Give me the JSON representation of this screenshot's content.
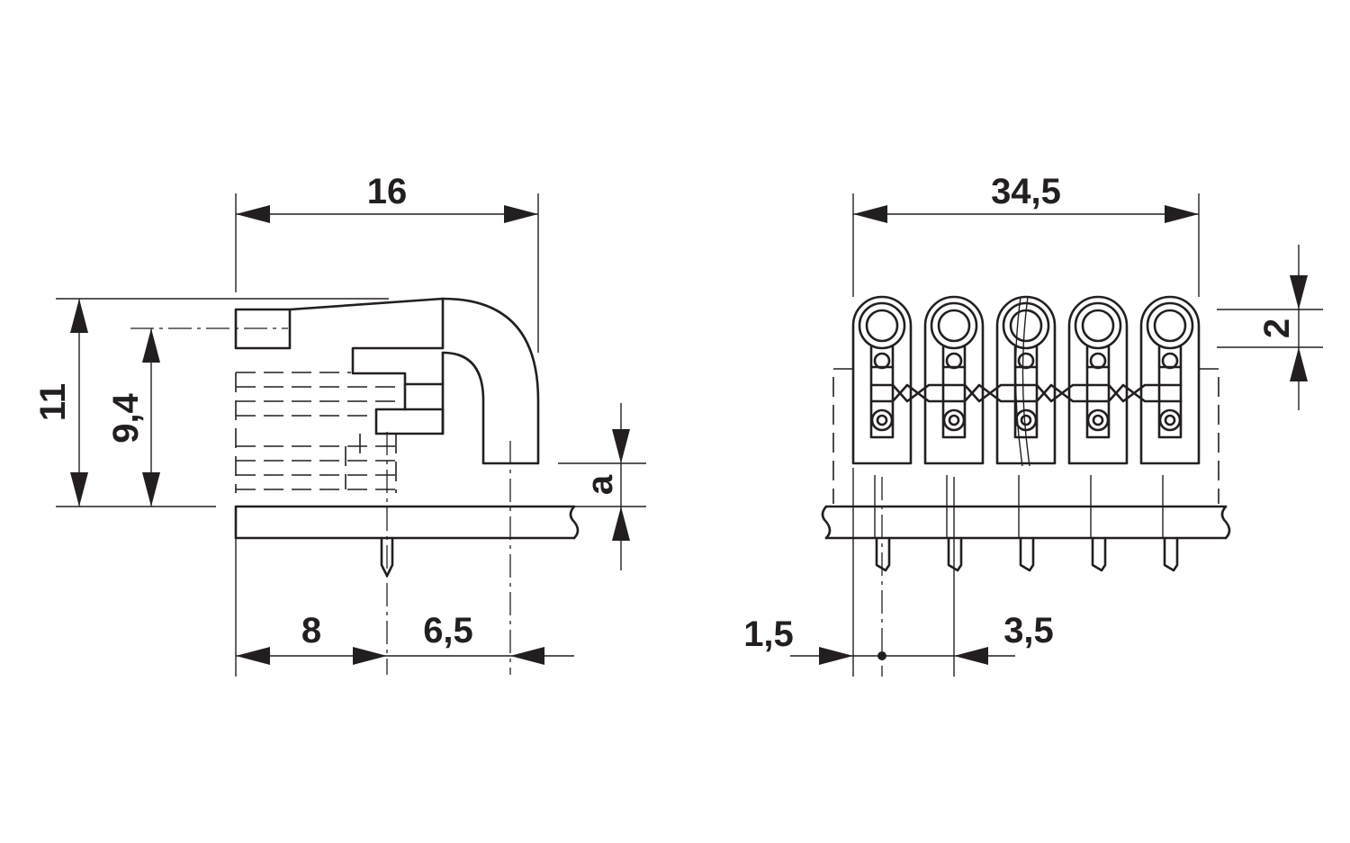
{
  "drawing": {
    "side_view": {
      "dim_width": "16",
      "dim_total_height": "11",
      "dim_pin_height": "9,4",
      "dim_offset": "a",
      "dim_pin_left": "8",
      "dim_pin_right": "6,5"
    },
    "front_view": {
      "dim_width": "34,5",
      "dim_top": "2",
      "dim_edge": "1,5",
      "dim_pitch": "3,5",
      "positions": 5
    }
  }
}
